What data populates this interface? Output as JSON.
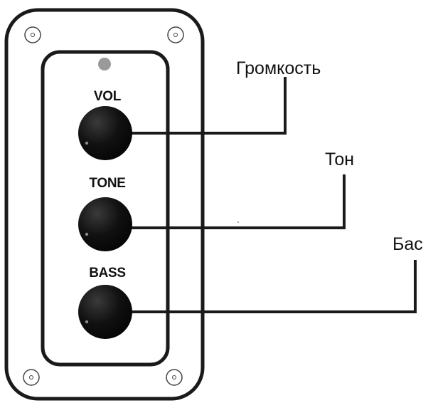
{
  "panel": {
    "knob_labels": [
      "VOL",
      "TONE",
      "BASS"
    ]
  },
  "callouts": {
    "volume": "Громкость",
    "tone": "Тон",
    "bass": "Бас"
  },
  "colors": {
    "line": "#1a1a1a",
    "knob": "#141414",
    "led": "#9a9a9a",
    "background": "#ffffff"
  },
  "icons": {
    "screw": "screw-icon",
    "led": "led-indicator-icon",
    "knob": "knob-icon"
  }
}
